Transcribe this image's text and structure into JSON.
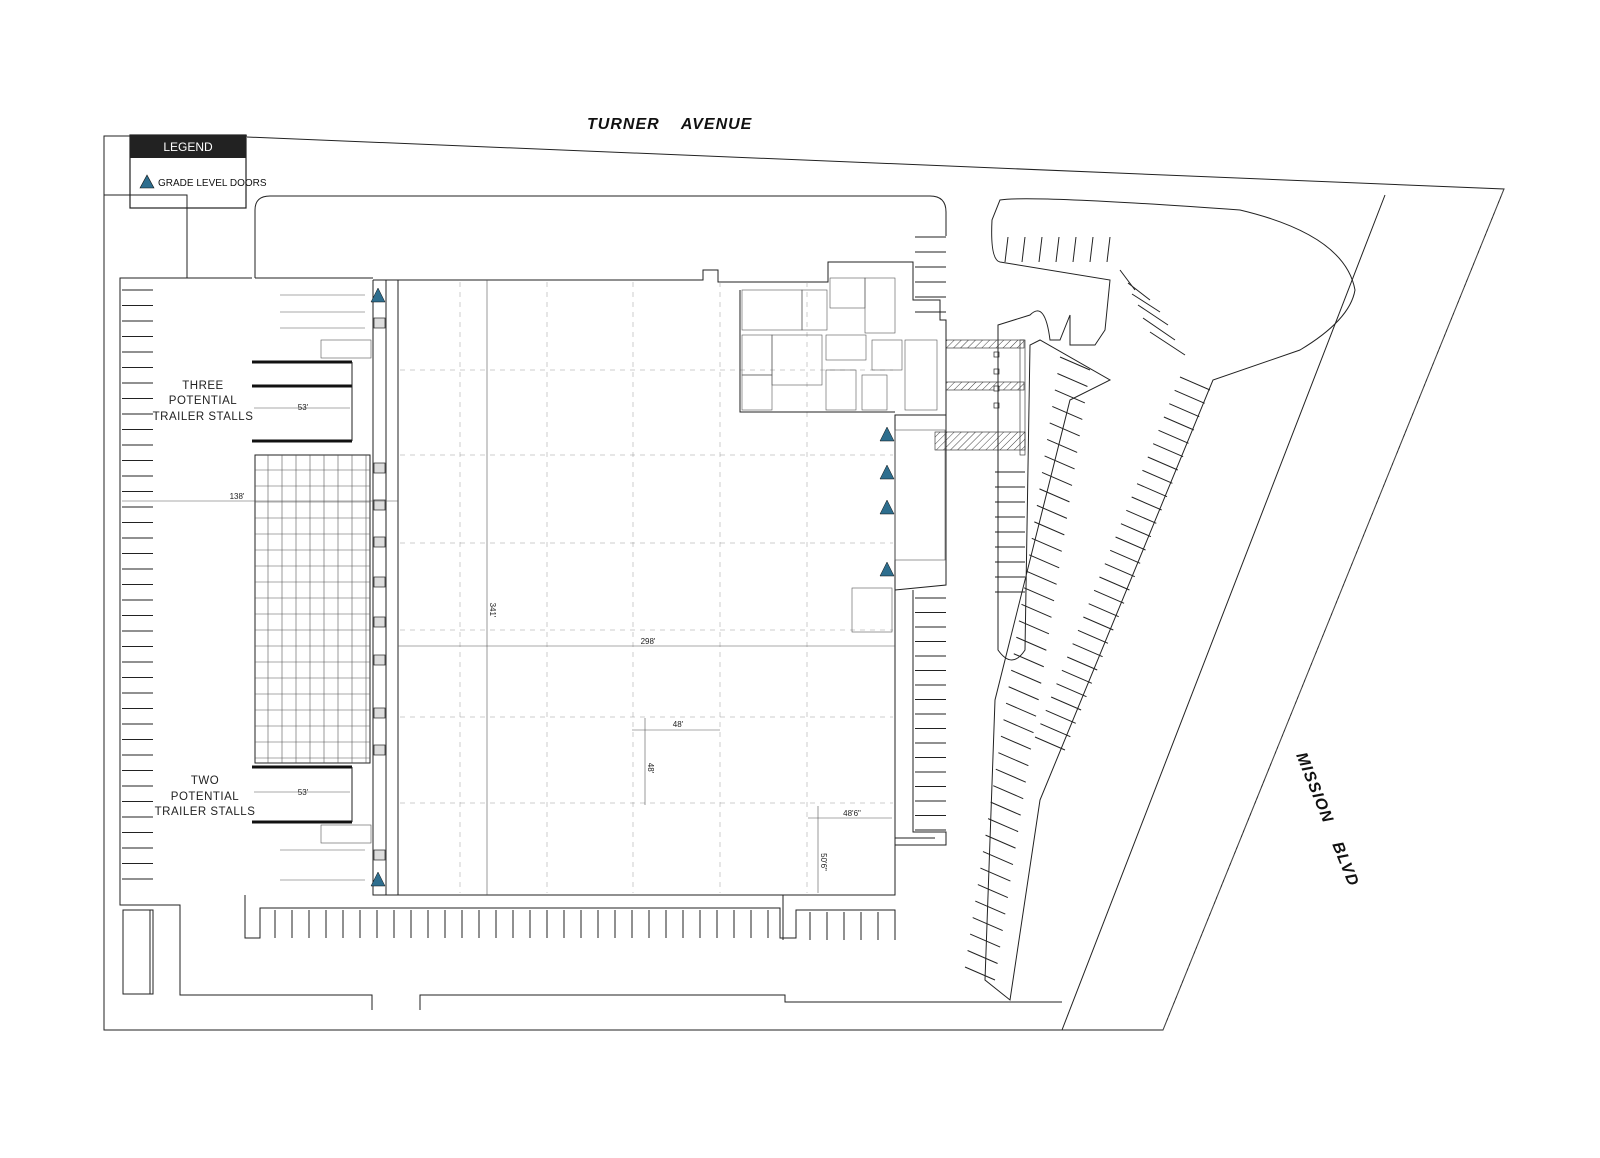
{
  "streets": {
    "north": "TURNER    AVENUE",
    "east": "MISSION    BLVD"
  },
  "legend": {
    "title": "LEGEND",
    "grade_level_doors": "GRADE LEVEL DOORS",
    "door_color": "#2e6e8e"
  },
  "stalls": {
    "three_line1": "THREE",
    "three_line2": "POTENTIAL",
    "three_line3": "TRAILER STALLS",
    "two_line1": "TWO",
    "two_line2": "POTENTIAL",
    "two_line3": "TRAILER STALLS"
  },
  "dimensions": {
    "truck_court_depth": "138'",
    "trailer_length_top": "53'",
    "trailer_length_bottom": "53'",
    "building_depth": "341'",
    "building_width": "298'",
    "bay_width": "48'",
    "bay_depth": "48'",
    "end_bay_width": "48'6\"",
    "end_bay_depth": "50'6\""
  }
}
